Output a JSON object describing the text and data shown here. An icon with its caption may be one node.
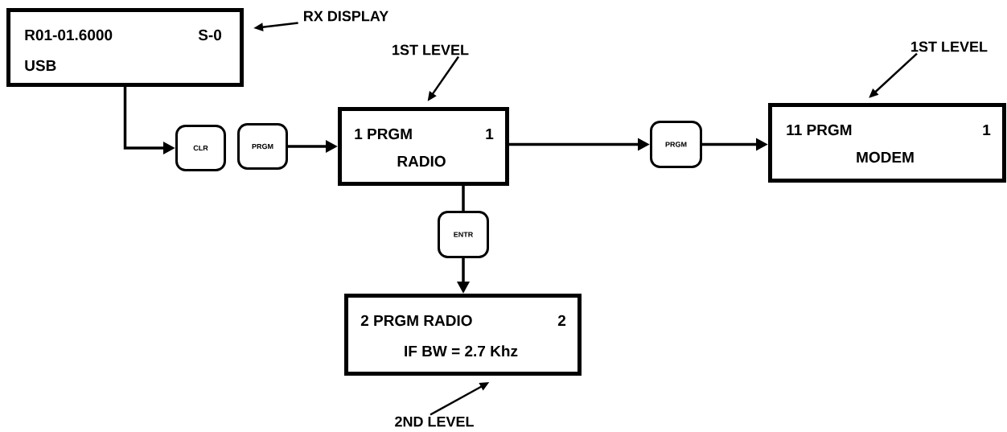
{
  "diagram": {
    "nodes": [
      {
        "text": [
          "R01-01.6000",
          "S-0",
          "USB"
        ]
      },
      {
        "text": [
          "CLR"
        ]
      },
      {
        "text": [
          "PRGM"
        ]
      },
      {
        "text": [
          "1 PRGM",
          "1",
          "RADIO"
        ]
      },
      {
        "text": [
          "PRGM"
        ]
      },
      {
        "text": [
          "11 PRGM",
          "1",
          "MODEM"
        ]
      },
      {
        "text": [
          "ENTR"
        ]
      },
      {
        "text": [
          "2 PRGM RADIO",
          "2",
          "IF BW = 2.7 Khz"
        ]
      },
      {
        "text": [
          "RX DISPLAY"
        ]
      },
      {
        "text": [
          "1ST LEVEL"
        ]
      },
      {
        "text": [
          "1ST LEVEL"
        ]
      },
      {
        "text": [
          "2ND LEVEL"
        ]
      }
    ],
    "edges": [
      {
        "from": 0,
        "to": 1,
        "arrow": "to"
      },
      {
        "from": 2,
        "to": 3,
        "arrow": "to"
      },
      {
        "from": 3,
        "to": 4,
        "arrow": "to"
      },
      {
        "from": 4,
        "to": 5,
        "arrow": "to"
      },
      {
        "from": 3,
        "to": 6,
        "arrow": "none"
      },
      {
        "from": 6,
        "to": 7,
        "arrow": "to"
      },
      {
        "from": 8,
        "to": 0,
        "arrow": "to"
      },
      {
        "from": 9,
        "to": 3,
        "arrow": "to"
      },
      {
        "from": 10,
        "to": 5,
        "arrow": "to"
      },
      {
        "from": 11,
        "to": 7,
        "arrow": "to"
      }
    ]
  }
}
